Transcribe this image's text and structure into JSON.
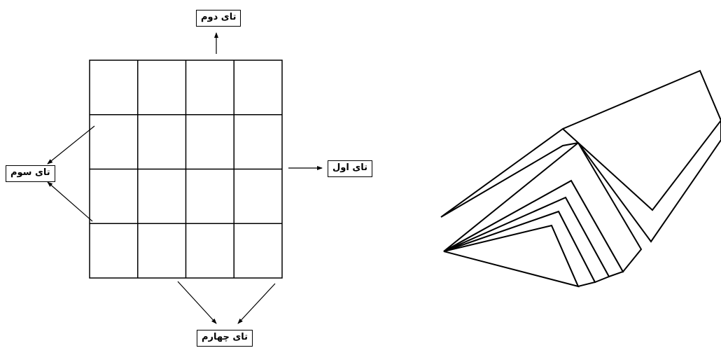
{
  "labels": {
    "first_fold": "تای اول",
    "second_fold": "تای دوم",
    "third_fold": "تای سوم",
    "fourth_fold": "تای چهارم"
  },
  "grid": {
    "rows": 4,
    "columns": 4
  },
  "colors": {
    "line": "#000000",
    "background": "#ffffff"
  }
}
